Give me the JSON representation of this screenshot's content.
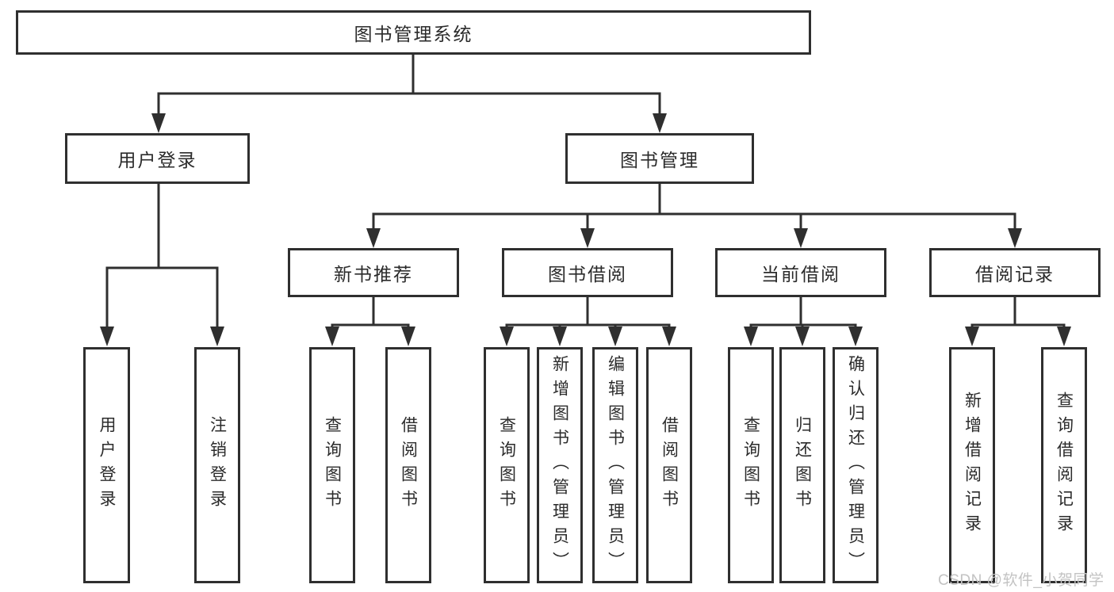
{
  "diagram": {
    "root": {
      "label": "图书管理系统"
    },
    "level2": [
      {
        "label": "用户登录"
      },
      {
        "label": "图书管理"
      }
    ],
    "level3": [
      {
        "label": "新书推荐"
      },
      {
        "label": "图书借阅"
      },
      {
        "label": "当前借阅"
      },
      {
        "label": "借阅记录"
      }
    ],
    "leaves": {
      "login": [
        "用户登录",
        "注销登录"
      ],
      "recommend": [
        "查询图书",
        "借阅图书"
      ],
      "borrow": [
        "查询图书",
        "新增图书（管理员）",
        "编辑图书（管理员）",
        "借阅图书"
      ],
      "current": [
        "查询图书",
        "归还图书",
        "确认归还（管理员）"
      ],
      "records": [
        "新增借阅记录",
        "查询借阅记录"
      ]
    },
    "watermark": "CSDN @软件_小贺同学",
    "colors": {
      "line": "#2f2f2f",
      "text": "#2b2b2b",
      "watermark": "#c3c3c3",
      "background": "#ffffff"
    }
  }
}
